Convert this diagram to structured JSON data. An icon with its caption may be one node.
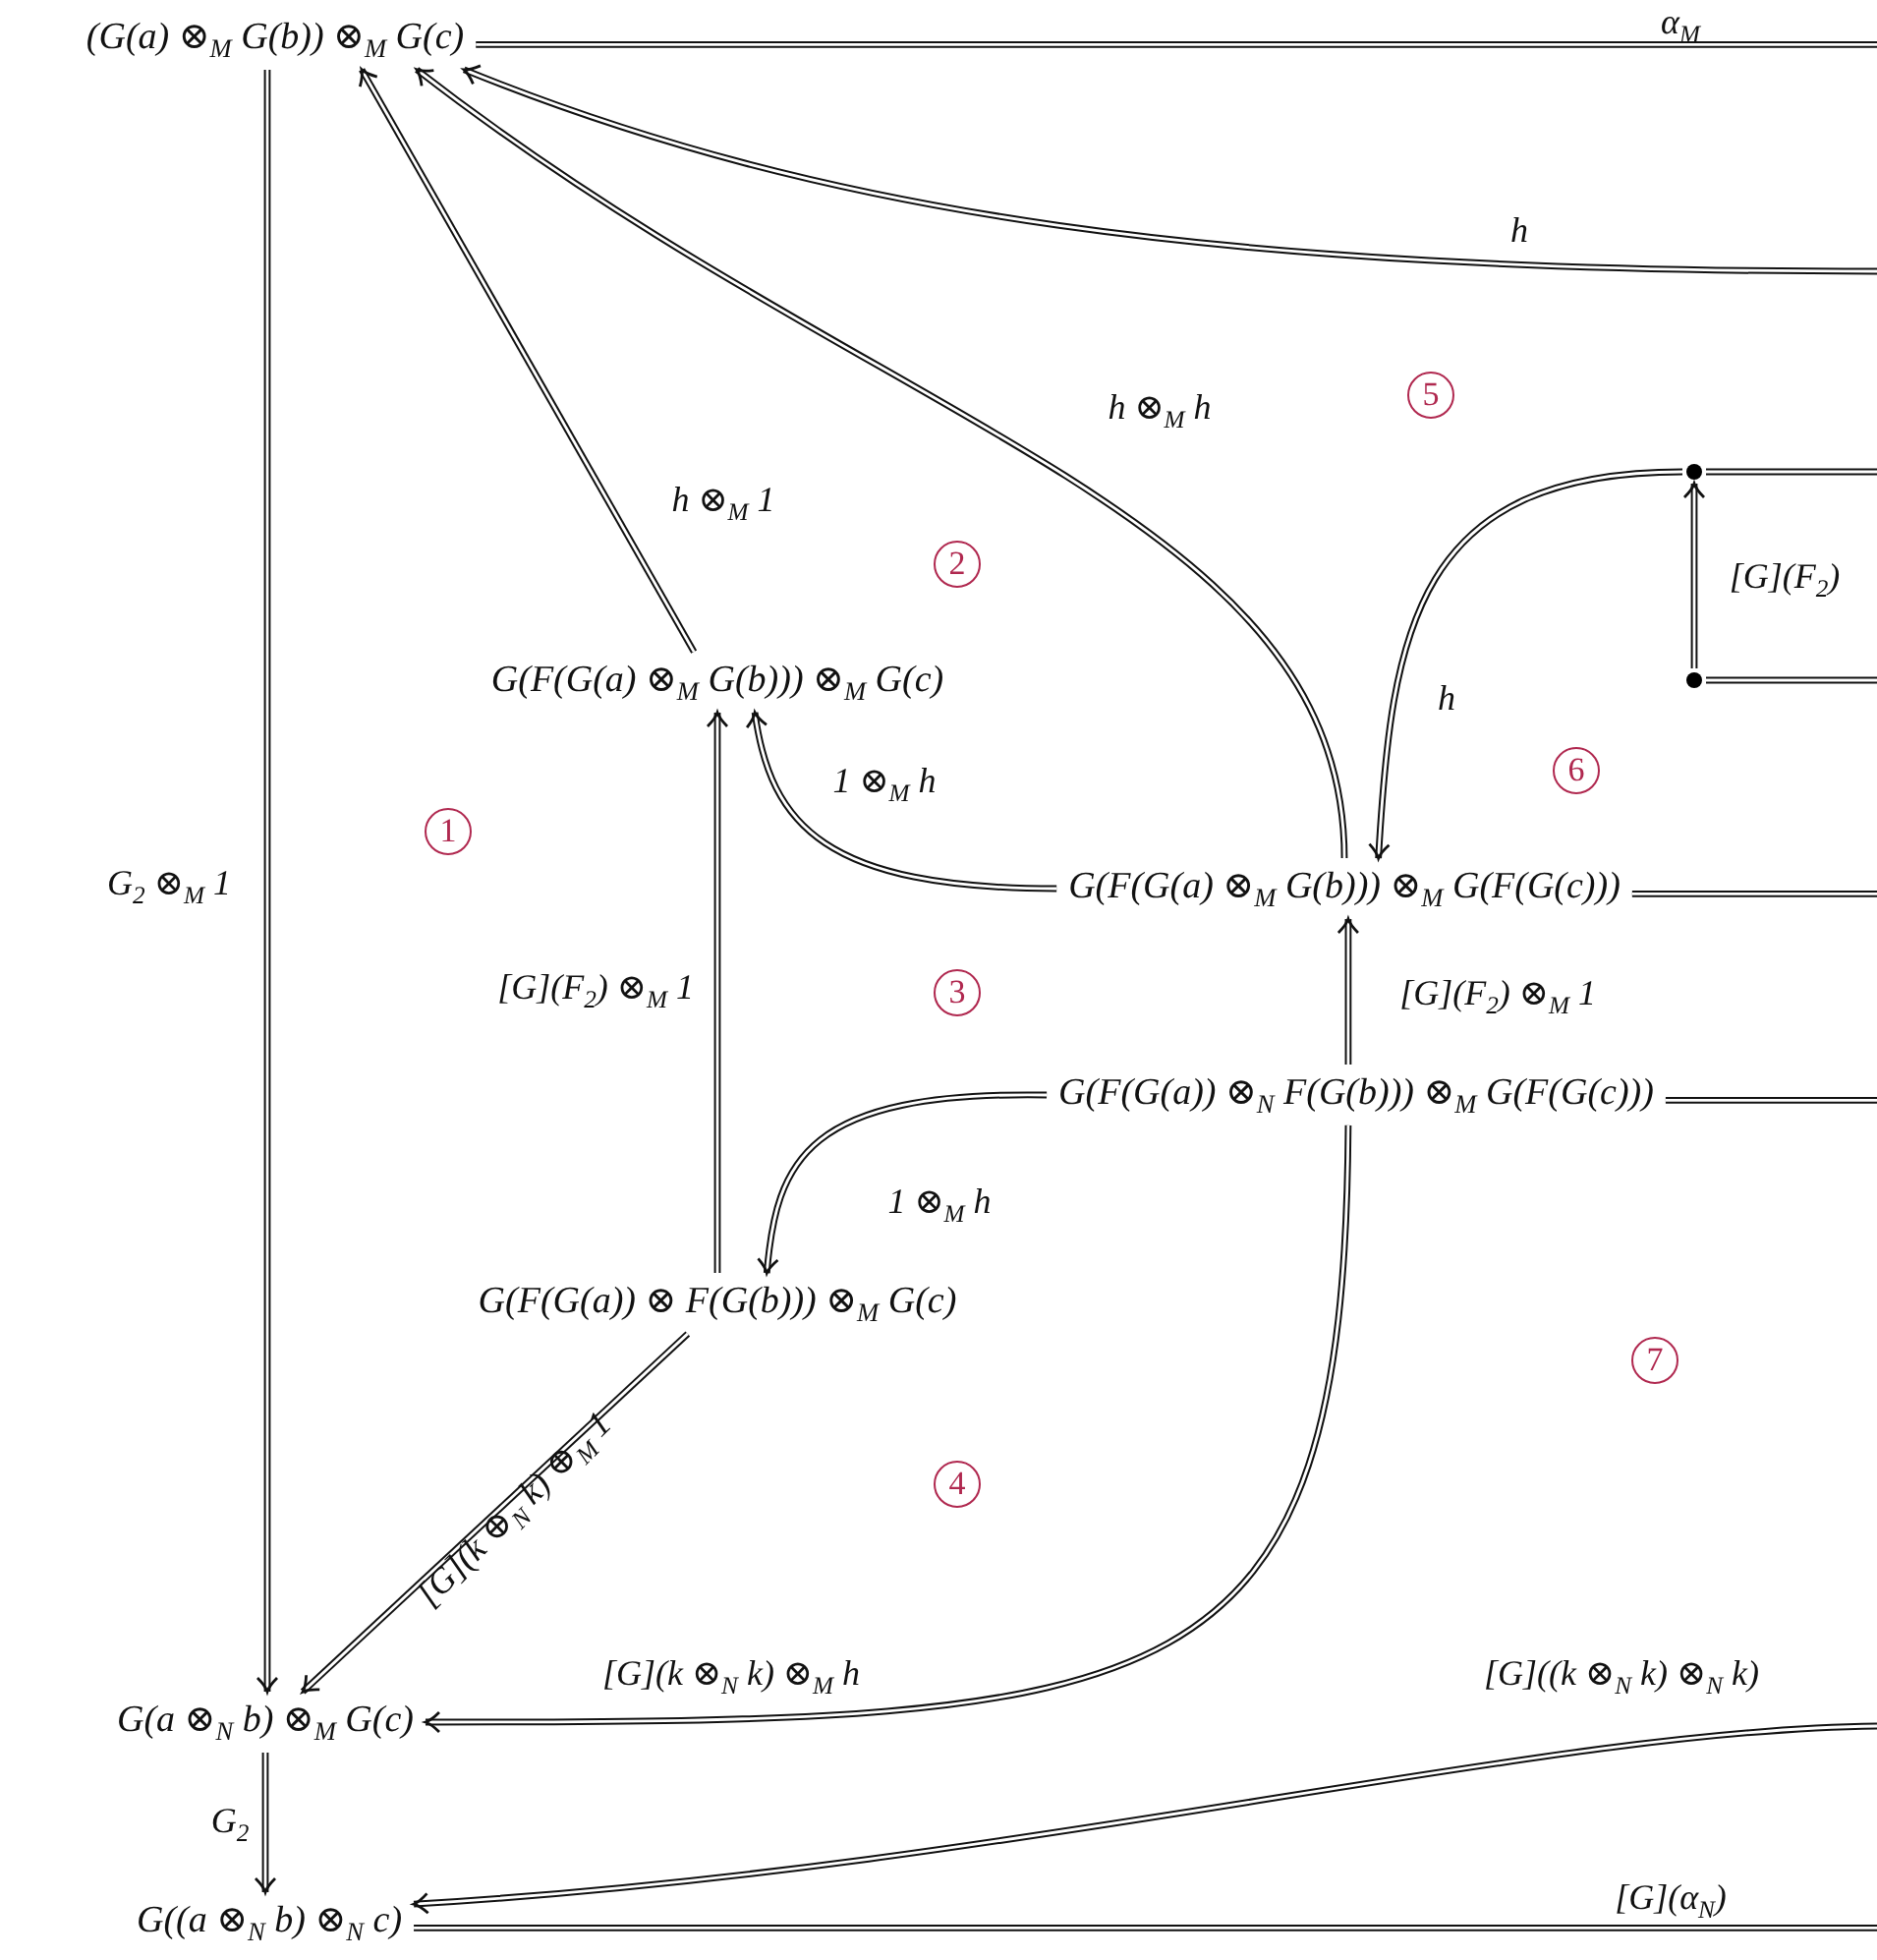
{
  "diagram": {
    "nodes": [
      {
        "text": [
          "(G(a) ⊗$_{M}$ G(b)) ⊗$_{M}$ G(c)"
        ]
      },
      {
        "text": [
          "G(F(G(a) ⊗$_{M}$ G(b))) ⊗$_{M}$ G(c)"
        ]
      },
      {
        "text": [
          "G(F(G(a) ⊗$_{M}$ G(b))) ⊗$_{M}$ G(F(G(c)))"
        ]
      },
      {
        "text": [
          "G(F(G(a)) ⊗$_{N}$ F(G(b))) ⊗$_{M}$ G(F(G(c)))"
        ]
      },
      {
        "text": [
          "G(F(G(a)) ⊗ F(G(b))) ⊗$_{M}$ G(c)"
        ]
      },
      {
        "text": [
          "G(a ⊗$_{N}$ b) ⊗$_{M}$ G(c)"
        ]
      },
      {
        "text": [
          "G((a ⊗$_{N}$ b) ⊗$_{N}$ c)"
        ]
      },
      {
        "text": [],
        "shape": "circle"
      },
      {
        "text": [],
        "shape": "circle"
      }
    ],
    "edges": [
      {
        "from": 0,
        "to": null,
        "arrow": "none",
        "label": "α$_{M}$"
      },
      {
        "from": null,
        "to": 0,
        "arrow": "to",
        "label": "h"
      },
      {
        "from": 2,
        "to": 0,
        "arrow": "to",
        "label": "h ⊗$_{M}$ h"
      },
      {
        "from": 1,
        "to": 0,
        "arrow": "to",
        "label": "h ⊗$_{M}$ 1"
      },
      {
        "from": 0,
        "to": 5,
        "arrow": "to",
        "label": "G$_{2}$ ⊗$_{M}$ 1"
      },
      {
        "from": 2,
        "to": 1,
        "arrow": "to",
        "label": "1 ⊗$_{M}$ h"
      },
      {
        "from": 4,
        "to": 1,
        "arrow": "to",
        "label": "[G](F$_{2}$) ⊗$_{M}$ 1"
      },
      {
        "from": 3,
        "to": 4,
        "arrow": "to",
        "label": "1 ⊗$_{M}$ h"
      },
      {
        "from": 3,
        "to": 2,
        "arrow": "to",
        "label": "[G](F$_{2}$) ⊗$_{M}$ 1"
      },
      {
        "from": 3,
        "to": 5,
        "arrow": "to",
        "label": "[G](k ⊗$_{N}$ k) ⊗$_{M}$ h"
      },
      {
        "from": 4,
        "to": 5,
        "arrow": "to",
        "label": "[G](k ⊕$_{N}$ k) ⊕$_{M}$ 1"
      },
      {
        "from": 5,
        "to": 6,
        "arrow": "to",
        "label": "G$_{2}$"
      },
      {
        "from": null,
        "to": 6,
        "arrow": "to",
        "label": "[G]((k ⊗$_{N}$ k) ⊗$_{N}$ k)"
      },
      {
        "from": 6,
        "to": null,
        "arrow": "none",
        "label": "[G](α$_{N}$)"
      },
      {
        "from": 7,
        "to": null,
        "arrow": "none"
      },
      {
        "from": 8,
        "to": null,
        "arrow": "none"
      },
      {
        "from": 8,
        "to": 7,
        "arrow": "to",
        "label": "[G](F$_{2}$)"
      },
      {
        "from": 7,
        "to": 2,
        "arrow": "to",
        "label": "h"
      },
      {
        "from": 2,
        "to": null,
        "arrow": "none"
      },
      {
        "from": 3,
        "to": null,
        "arrow": "none"
      }
    ],
    "labels": [
      "5",
      "2",
      "1",
      "6",
      "3",
      "7",
      "4"
    ]
  }
}
